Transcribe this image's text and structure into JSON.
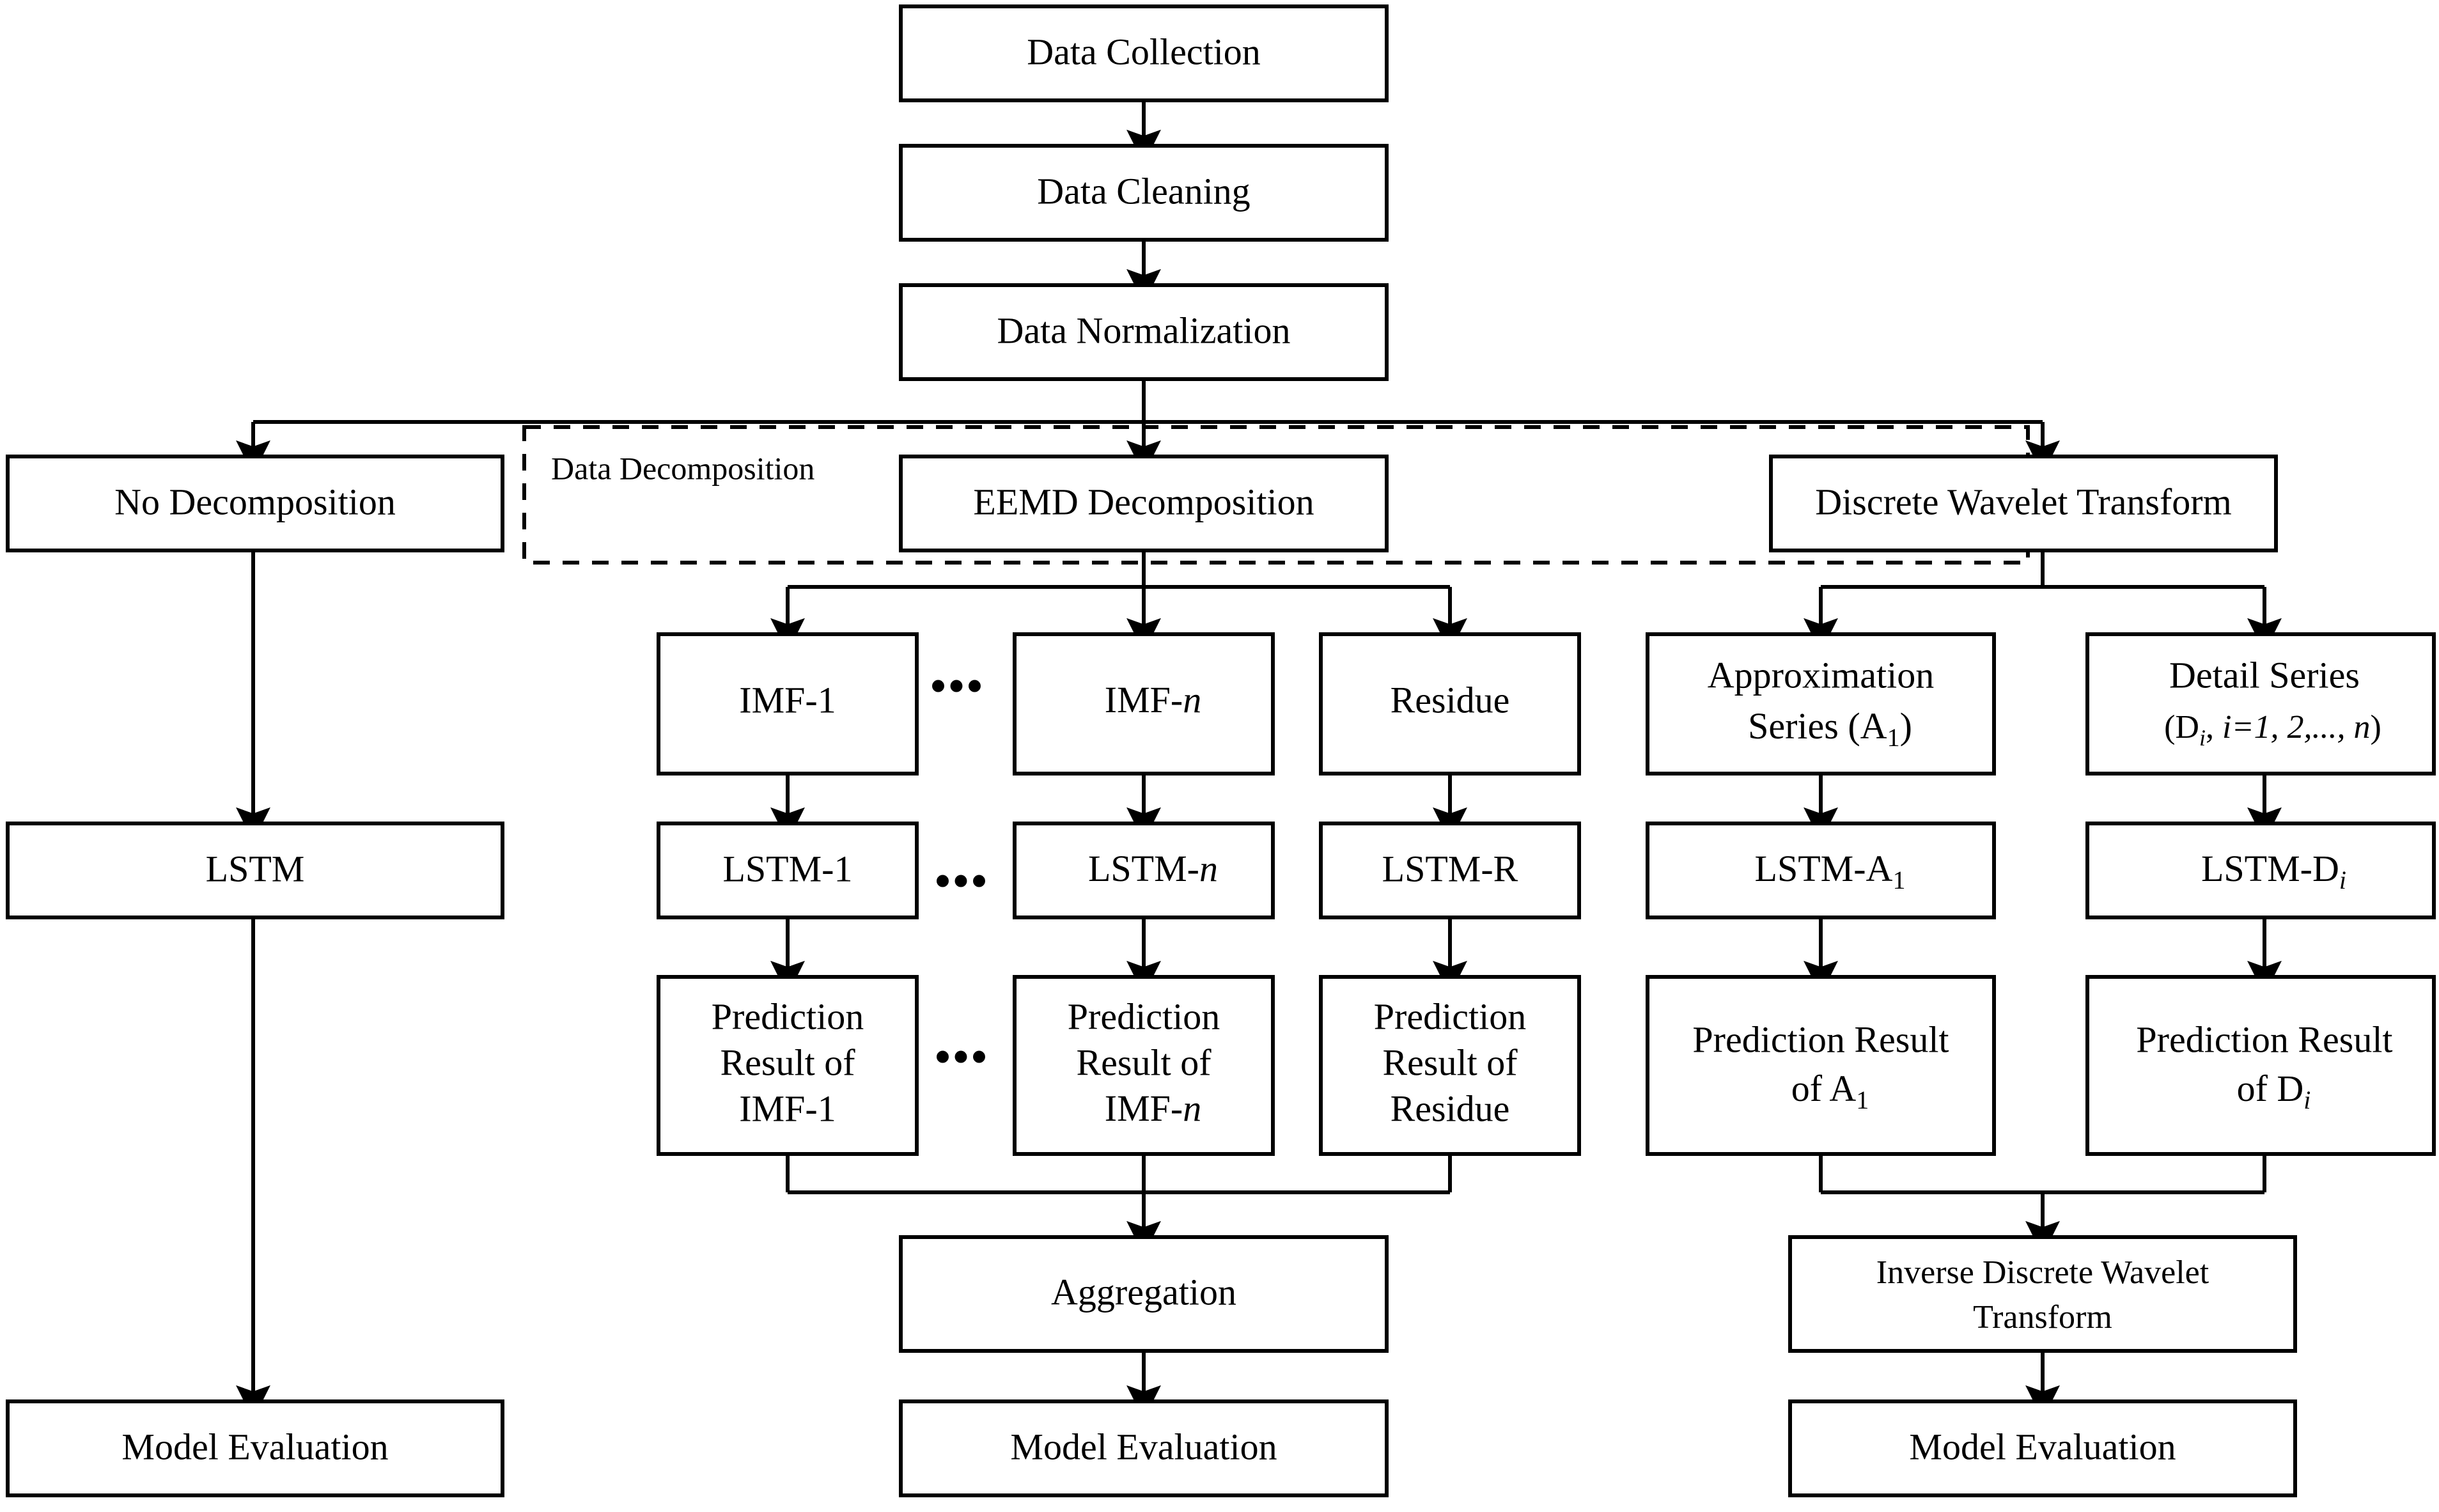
{
  "diagram": {
    "title": "LSTM forecasting framework with data decomposition",
    "background_color": "#ffffff",
    "line_color": "#000000",
    "node_fill": "#ffffff"
  },
  "group": {
    "data_decomposition_label": "Data Decomposition"
  },
  "ellipsis": {
    "glyph": "•••"
  },
  "nodes": {
    "data_collection": {
      "label": "Data Collection"
    },
    "data_cleaning": {
      "label": "Data Cleaning"
    },
    "data_normalization": {
      "label": "Data Normalization"
    },
    "no_decomposition": {
      "label": "No Decomposition"
    },
    "eemd_decomposition": {
      "label": "EEMD Decomposition"
    },
    "discrete_wavelet_transform": {
      "label": "Discrete Wavelet Transform"
    },
    "imf_1": {
      "label": "IMF-1"
    },
    "imf_n": {
      "prefix": "IMF-",
      "var": "n"
    },
    "residue": {
      "label": "Residue"
    },
    "approximation_series": {
      "line1": "Approximation",
      "line2_prefix": "Series (A",
      "line2_sub": "1",
      "line2_suffix": ")"
    },
    "detail_series": {
      "line1": "Detail Series",
      "line2_prefix": "(D",
      "line2_sub": "i",
      "line2_mid": ", ",
      "line2_expr": "i=1, 2,..., n",
      "line2_suffix": ")"
    },
    "lstm": {
      "label": "LSTM"
    },
    "lstm_1": {
      "label": "LSTM-1"
    },
    "lstm_n": {
      "prefix": "LSTM-",
      "var": "n"
    },
    "lstm_r": {
      "label": "LSTM-R"
    },
    "lstm_a1": {
      "prefix": "LSTM-A",
      "sub": "1"
    },
    "lstm_di": {
      "prefix": "LSTM-D",
      "sub": "i"
    },
    "pred_imf_1": {
      "line1": "Prediction",
      "line2": "Result of",
      "line3": "IMF-1"
    },
    "pred_imf_n": {
      "line1": "Prediction",
      "line2": "Result of",
      "line3_prefix": "IMF-",
      "line3_var": "n"
    },
    "pred_residue": {
      "line1": "Prediction",
      "line2": "Result of",
      "line3": "Residue"
    },
    "pred_a1": {
      "line1": "Prediction Result",
      "line2_prefix": "of A",
      "line2_sub": "1"
    },
    "pred_di": {
      "line1": "Prediction Result",
      "line2_prefix": "of D",
      "line2_sub": "i"
    },
    "aggregation": {
      "label": "Aggregation"
    },
    "inverse_dwt": {
      "line1": "Inverse Discrete Wavelet",
      "line2": "Transform"
    },
    "model_evaluation_left": {
      "label": "Model Evaluation"
    },
    "model_evaluation_center": {
      "label": "Model Evaluation"
    },
    "model_evaluation_right": {
      "label": "Model Evaluation"
    }
  }
}
